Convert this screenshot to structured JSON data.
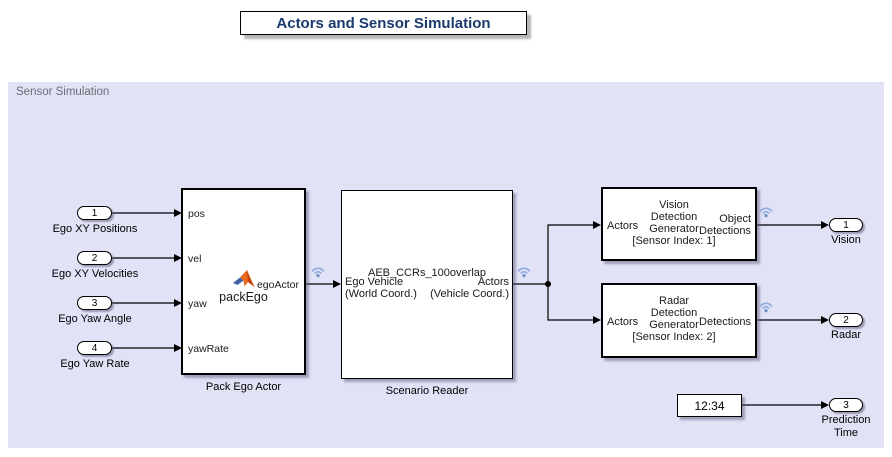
{
  "title_block": {
    "text": "Actors and Sensor Simulation"
  },
  "area": {
    "label": "Sensor Simulation"
  },
  "inports": [
    {
      "number": "1",
      "label": "Ego XY Positions"
    },
    {
      "number": "2",
      "label": "Ego XY Velocities"
    },
    {
      "number": "3",
      "label": "Ego Yaw Angle"
    },
    {
      "number": "4",
      "label": "Ego Yaw Rate"
    }
  ],
  "pack_ego_block": {
    "input_ports": [
      "pos",
      "vel",
      "yaw",
      "yawRate"
    ],
    "output_port": "egoActor",
    "function_name": "packEgo",
    "name": "Pack Ego Actor"
  },
  "scenario_reader_block": {
    "scenario": "AEB_CCRs_100overlap",
    "input_port_lines": [
      "Ego Vehicle",
      "(World Coord.)"
    ],
    "output_port_lines": [
      "Actors",
      "(Vehicle Coord.)"
    ],
    "name": "Scenario Reader"
  },
  "vision_block": {
    "input_port": "Actors",
    "lines": [
      "Vision",
      "Detection",
      "Generator",
      "[Sensor Index: 1]"
    ],
    "output_port_lines": [
      "Object",
      "Detections"
    ]
  },
  "radar_block": {
    "input_port": "Actors",
    "lines": [
      "Radar",
      "Detection",
      "Generator",
      "[Sensor Index: 2]"
    ],
    "output_port": "Detections"
  },
  "clock_block": {
    "value": "12:34"
  },
  "outports": [
    {
      "number": "1",
      "label": "Vision"
    },
    {
      "number": "2",
      "label": "Radar"
    },
    {
      "number": "3",
      "label_lines": [
        "Prediction",
        "Time"
      ]
    }
  ],
  "colors": {
    "area_bg": "#e2e2f7",
    "title_text": "#1a3a6e",
    "wireless_arc": "#8faadc",
    "wireless_dot": "#6d8fc4"
  }
}
